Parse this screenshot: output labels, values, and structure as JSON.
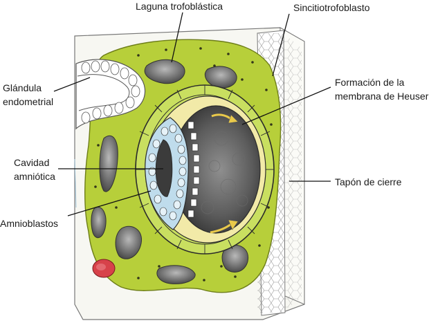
{
  "labels": {
    "laguna": "Laguna trofoblástica",
    "sincitio": "Sincitiotrofoblasto",
    "glandula_1": "Glándula",
    "glandula_2": "endometrial",
    "heuser_1": "Formación de la",
    "heuser_2": "membrana de Heuser",
    "cavidad_1": "Cavidad",
    "cavidad_2": "amniótica",
    "tapon": "Tapón de cierre",
    "amnioblastos": "Amnioblastos"
  },
  "colors": {
    "syncytio": "#b7cf3a",
    "cytotrophoblast": "#c9df60",
    "amnion": "#bfdcec",
    "epiblast_hypoblast": "#f2eaa8",
    "lacuna": "#5a5a5a",
    "blood_cell": "#d7424a",
    "tissue": "#f7f7f2"
  }
}
